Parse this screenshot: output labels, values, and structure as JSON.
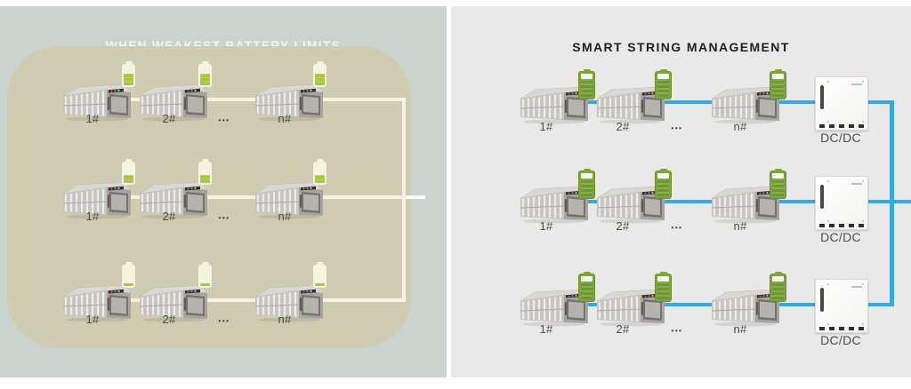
{
  "colors": {
    "left_panel_bg": "#cbd3ce",
    "left_box_bg": "#cfccb2",
    "right_panel_bg": "#e9e9e9",
    "cream_line": "#f7f3e1",
    "white_stub": "#fcfeff",
    "blue_line": "#36a9e2",
    "left_title_color": "#f4f6f2",
    "right_title_color": "#1f1f1d",
    "label_color": "#4b4b42",
    "dcdc_label_color": "#4d4d4d",
    "battery_fill_green": "#a8c83d",
    "battery_body_cream": "#f7f3e1",
    "battery_body_olive": "#7fa43f"
  },
  "left_panel": {
    "title": "WHEN WEAKEST BATTERY LIMITS",
    "rows": [
      {
        "module_labels": [
          "1#",
          "2#",
          "n#"
        ],
        "ellipsis": "•••",
        "battery_charge_pct": 62
      },
      {
        "module_labels": [
          "1#",
          "2#",
          "n#"
        ],
        "ellipsis": "•••",
        "battery_charge_pct": 45
      },
      {
        "module_labels": [
          "1#",
          "2#",
          "n#"
        ],
        "ellipsis": "•••",
        "battery_charge_pct": 16
      }
    ]
  },
  "right_panel": {
    "title": "SMART STRING MANAGEMENT",
    "rows": [
      {
        "module_labels": [
          "1#",
          "2#",
          "n#"
        ],
        "ellipsis": "•••",
        "battery_charge_pct": 100,
        "converter_label": "DC/DC"
      },
      {
        "module_labels": [
          "1#",
          "2#",
          "n#"
        ],
        "ellipsis": "•••",
        "battery_charge_pct": 100,
        "converter_label": "DC/DC"
      },
      {
        "module_labels": [
          "1#",
          "2#",
          "n#"
        ],
        "ellipsis": "•••",
        "battery_charge_pct": 100,
        "converter_label": "DC/DC"
      }
    ]
  }
}
